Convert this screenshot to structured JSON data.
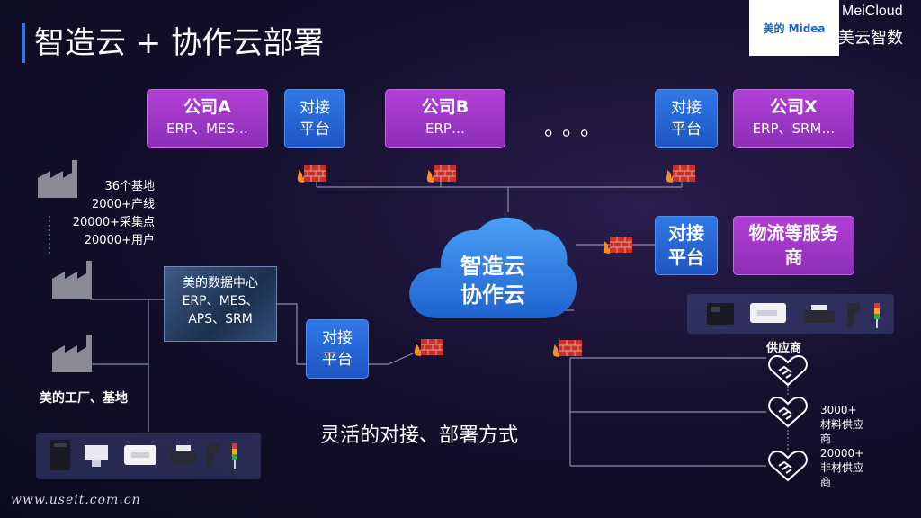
{
  "title": "智造云 + 协作云部署",
  "logo": {
    "brand_box": "美的 Midea",
    "brand_en": "MeiCloud",
    "brand_cn": "美云智数"
  },
  "companies": [
    {
      "name": "公司A",
      "systems": "ERP、MES…"
    },
    {
      "name": "公司B",
      "systems": "ERP…"
    },
    {
      "name": "公司X",
      "systems": "ERP、SRM…"
    }
  ],
  "dock_label_line1": "对接",
  "dock_label_line2": "平台",
  "ellipsis": "。。。",
  "cloud": {
    "line1": "智造云",
    "line2": "协作云"
  },
  "logistics": {
    "line1": "物流等服务",
    "line2": "商"
  },
  "factory_stats": [
    "36个基地",
    "2000+产线",
    "20000+采集点",
    "20000+用户"
  ],
  "factory_label": "美的工厂、基地",
  "datacenter": {
    "line1": "美的数据中心",
    "line2": "ERP、MES、",
    "line3": "APS、SRM"
  },
  "middle_text": "灵活的对接、部署方式",
  "suppliers": {
    "title": "供应商",
    "material": [
      "3000+",
      "材料供应",
      "商"
    ],
    "non_material": [
      "20000+",
      "非材供应",
      "商"
    ]
  },
  "footer": "www.useit.com.cn",
  "colors": {
    "purple": "#9b35c4",
    "blue": "#2a6fe0",
    "cloud": "#2f86e8",
    "background": "#15102e"
  },
  "icons": [
    "factory-icon",
    "firewall-icon",
    "handshake-icon",
    "server-icon",
    "pos-terminal-icon",
    "barcode-scanner-icon",
    "signal-tower-icon"
  ]
}
